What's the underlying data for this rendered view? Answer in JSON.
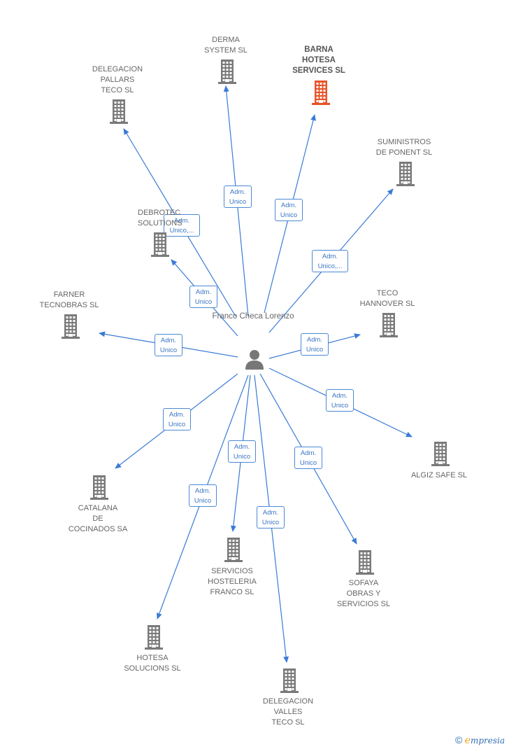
{
  "center": {
    "lines": [
      "Franco",
      "Checa",
      "Lorenzo"
    ],
    "icon": "person-icon"
  },
  "colors": {
    "edge": "#3a7bd5",
    "building": "#7a7a7a",
    "highlight": "#e8542a",
    "badge_border": "#4a88d6",
    "badge_text": "#3a74c4"
  },
  "companies": [
    {
      "id": "derma-system",
      "lines": [
        "DERMA",
        "SYSTEM SL"
      ],
      "highlight": false,
      "role": [
        "Adm.",
        "Unico"
      ]
    },
    {
      "id": "barna-hotesa",
      "lines": [
        "BARNA",
        "HOTESA",
        "SERVICES  SL"
      ],
      "highlight": true,
      "role": [
        "Adm.",
        "Unico"
      ]
    },
    {
      "id": "delegacion-pallars",
      "lines": [
        "DELEGACION",
        "PALLARS",
        "TECO  SL"
      ],
      "highlight": false,
      "role": [
        "Adm.",
        "Unico,..."
      ]
    },
    {
      "id": "suministros-ponent",
      "lines": [
        "SUMINISTROS",
        "DE PONENT  SL"
      ],
      "highlight": false,
      "role": [
        "Adm.",
        "Unico,..."
      ]
    },
    {
      "id": "debrotec",
      "lines": [
        "DEBROTEC",
        "SOLUTIONS"
      ],
      "highlight": false,
      "role": [
        "Adm.",
        "Unico"
      ]
    },
    {
      "id": "farner",
      "lines": [
        "FARNER",
        "TECNOBRAS  SL"
      ],
      "highlight": false,
      "role": [
        "Adm.",
        "Unico"
      ]
    },
    {
      "id": "teco-hannover",
      "lines": [
        "TECO",
        "HANNOVER  SL"
      ],
      "highlight": false,
      "role": [
        "Adm.",
        "Unico"
      ]
    },
    {
      "id": "algiz-safe",
      "lines": [
        "ALGIZ SAFE  SL"
      ],
      "highlight": false,
      "role": [
        "Adm.",
        "Unico"
      ]
    },
    {
      "id": "catalana",
      "lines": [
        "CATALANA",
        "DE",
        "COCINADOS SA"
      ],
      "highlight": false,
      "role": [
        "Adm.",
        "Unico"
      ]
    },
    {
      "id": "servicios-hosteleria",
      "lines": [
        "SERVICIOS",
        "HOSTELERIA",
        "FRANCO  SL"
      ],
      "highlight": false,
      "role": [
        "Adm.",
        "Unico"
      ]
    },
    {
      "id": "sofaya",
      "lines": [
        "SOFAYA",
        "OBRAS Y",
        "SERVICIOS  SL"
      ],
      "highlight": false,
      "role": [
        "Adm.",
        "Unico"
      ]
    },
    {
      "id": "hotesa-solucions",
      "lines": [
        "HOTESA",
        "SOLUCIONS  SL"
      ],
      "highlight": false,
      "role": [
        "Adm.",
        "Unico"
      ]
    },
    {
      "id": "delegacion-valles",
      "lines": [
        "DELEGACION",
        "VALLES",
        "TECO  SL"
      ],
      "highlight": false,
      "role": [
        "Adm.",
        "Unico"
      ]
    }
  ],
  "footer": {
    "copyright": "©",
    "brand_initial": "e",
    "brand_rest": "mpresia"
  }
}
